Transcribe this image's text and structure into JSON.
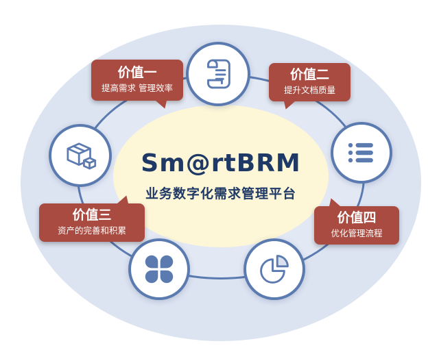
{
  "platform": {
    "title": "Sm@rtBRM",
    "subtitle": "业务数字化需求管理平台"
  },
  "values": [
    {
      "title": "价值一",
      "desc": "提高需求 管理效率"
    },
    {
      "title": "价值二",
      "desc": "提升文档质量"
    },
    {
      "title": "价值三",
      "desc": "资产的完善和积累"
    },
    {
      "title": "价值四",
      "desc": "优化管理流程"
    }
  ],
  "icons": [
    "scroll-document-icon",
    "list-icon",
    "package-box-icon",
    "clover-icon",
    "pie-chart-icon"
  ],
  "colors": {
    "outer_ellipse": "#dce3f1",
    "ring_stroke": "#5a7ab0",
    "ring_fill": "#e3e9f4",
    "inner_ellipse": "#fdf6d7",
    "label_bg": "#a94b41",
    "title_text": "#1f3966",
    "icon_blue": "#5a7ab0"
  }
}
